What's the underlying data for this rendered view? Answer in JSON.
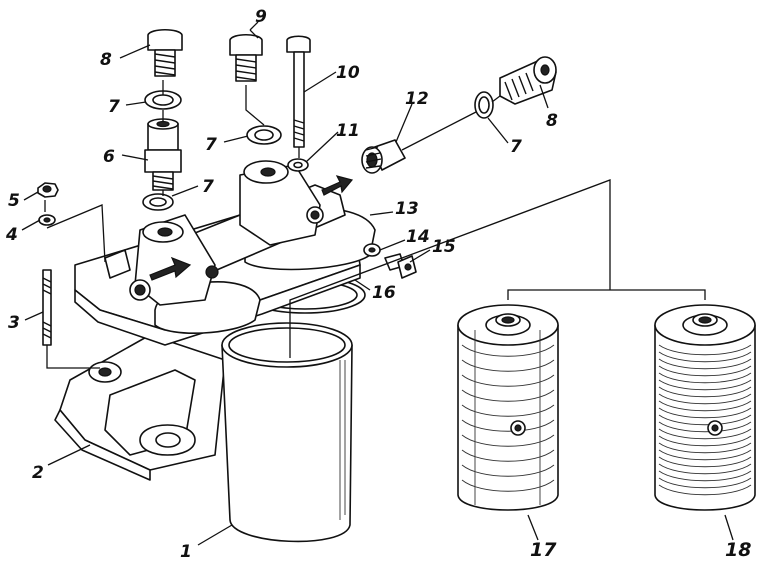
{
  "labels": {
    "l1": "1",
    "l2": "2",
    "l3": "3",
    "l4": "4",
    "l5": "5",
    "l6": "6",
    "l7a": "7",
    "l7b": "7",
    "l7c": "7",
    "l7d": "7",
    "l8a": "8",
    "l8b": "8",
    "l9": "9",
    "l10": "10",
    "l11": "11",
    "l12": "12",
    "l13": "13",
    "l14": "14",
    "l15": "15",
    "l16": "16",
    "l17": "17",
    "l18": "18"
  }
}
